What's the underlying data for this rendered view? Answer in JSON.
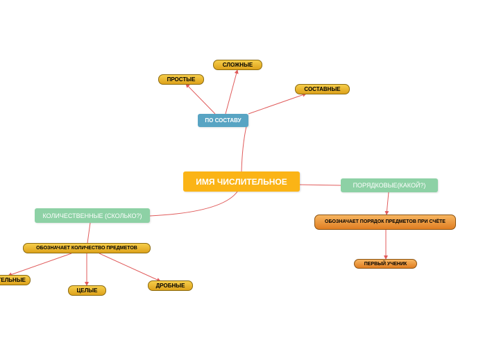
{
  "map": {
    "central": "ИМЯ ЧИСЛИТЕЛЬНОЕ",
    "by_composition": "ПО СОСТАВУ",
    "simple": "ПРОСТЫЕ",
    "complex": "СЛОЖНЫЕ",
    "compound": "СОСТАВНЫЕ",
    "ordinal": "ПОРЯДКОВЫЕ(КАКОЙ?)",
    "ordinal_meaning": "ОБОЗНАЧАЕТ ПОРЯДОК ПРЕДМЕТОВ ПРИ СЧЁТЕ",
    "first_student": "ПЕРВЫЙ УЧЕНИК",
    "cardinal": "КОЛИЧЕСТВЕННЫЕ (СКОЛЬКО?)",
    "cardinal_meaning": "ОБОЗНАЧАЕТ КОЛИЧЕСТВО ПРЕДМЕТОВ",
    "collective": "СОБИРАТЕЛЬНЫЕ",
    "whole": "ЦЕЛЫЕ",
    "fractional": "ДРОБНЫЕ"
  },
  "colors": {
    "central": "#fbb416",
    "topic_blue": "#58a4c3",
    "topic_green": "#8dd1a5",
    "pill_gold": "#e9b52c",
    "pill_orange": "#e98c33",
    "link": "#e05a5a"
  }
}
